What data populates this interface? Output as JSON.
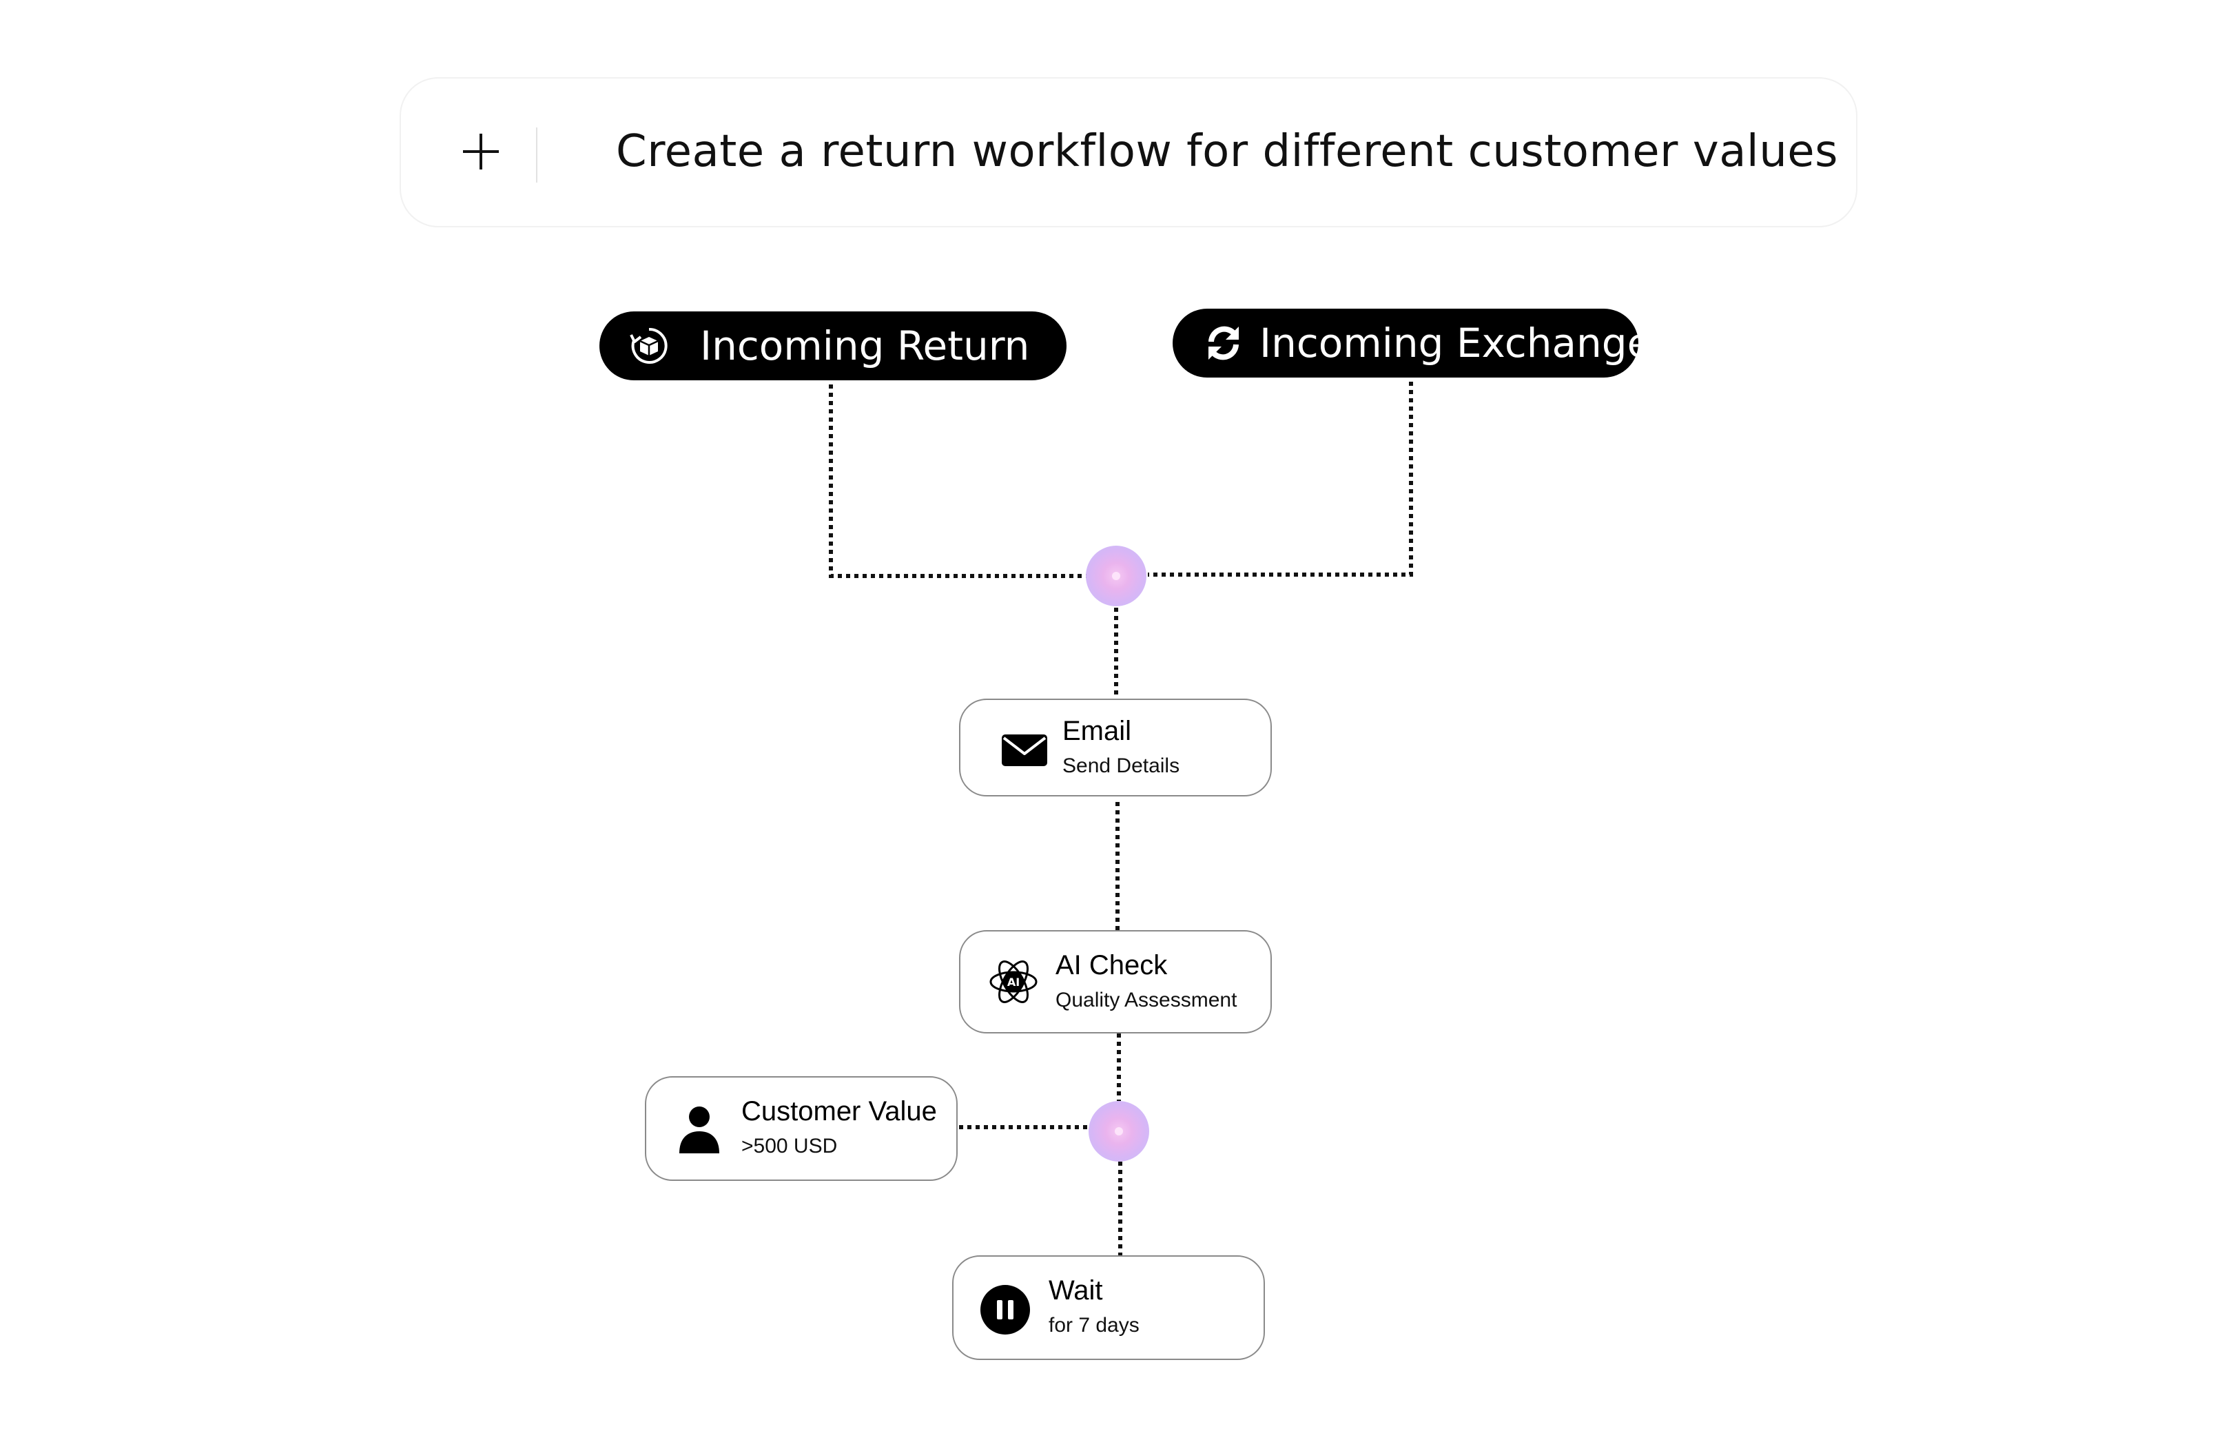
{
  "prompt": {
    "text": "Create a return workflow for different customer values",
    "icon": "plus-icon"
  },
  "triggers": [
    {
      "label": "Incoming Return",
      "icon": "return-box-icon"
    },
    {
      "label": "Incoming Exchange",
      "icon": "exchange-arrows-icon"
    }
  ],
  "steps": {
    "email": {
      "title": "Email",
      "subtitle": "Send Details",
      "icon": "envelope-icon"
    },
    "ai_check": {
      "title": "AI Check",
      "subtitle": "Quality Assessment",
      "icon": "ai-atom-icon",
      "icon_text": "AI"
    },
    "customer_value": {
      "title": "Customer Value",
      "subtitle": ">500 USD",
      "icon": "user-icon"
    },
    "wait": {
      "title": "Wait",
      "subtitle": "for 7 days",
      "icon": "pause-icon"
    }
  },
  "colors": {
    "pill_background": "#000000",
    "node_border": "#8a8a8a",
    "connector": "#111111",
    "junction": "#d8b6f6"
  }
}
